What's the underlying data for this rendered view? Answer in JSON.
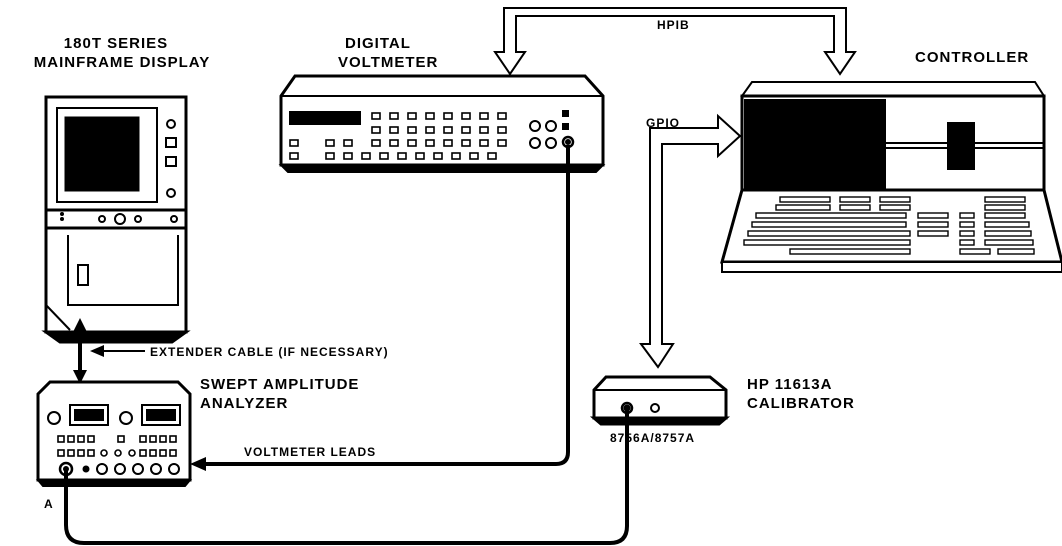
{
  "labels": {
    "mainframe_line1": "180T SERIES",
    "mainframe_line2": "MAINFRAME DISPLAY",
    "voltmeter_line1": "DIGITAL",
    "voltmeter_line2": "VOLTMETER",
    "hpib": "HPIB",
    "controller": "CONTROLLER",
    "gpio": "GPIO",
    "extender": "EXTENDER CABLE (IF NECESSARY)",
    "analyzer_line1": "SWEPT AMPLITUDE",
    "analyzer_line2": "ANALYZER",
    "calibrator_line1": "HP 11613A",
    "calibrator_line2": "CALIBRATOR",
    "voltmeter_leads": "VOLTMETER LEADS",
    "cal_model": "8756A/8757A",
    "port_a": "A"
  }
}
